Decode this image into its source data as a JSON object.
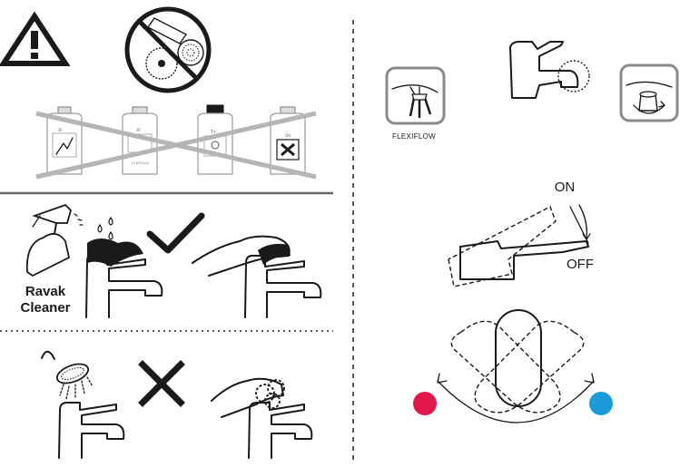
{
  "labels": {
    "cleaner_line1": "Ravak",
    "cleaner_line2": "Cleaner",
    "flexiflow": "FLEXIFLOW",
    "on": "ON",
    "off": "OFF"
  },
  "hazard_labels": [
    "Xi",
    "Xi",
    "T+",
    "Xn"
  ],
  "chemical_formula": "Cl (CH₂Cl)",
  "colors": {
    "hot": "#e2184a",
    "cold": "#1a9ad9",
    "cross": "#b5b5b5",
    "ink": "#1a1a1a"
  }
}
